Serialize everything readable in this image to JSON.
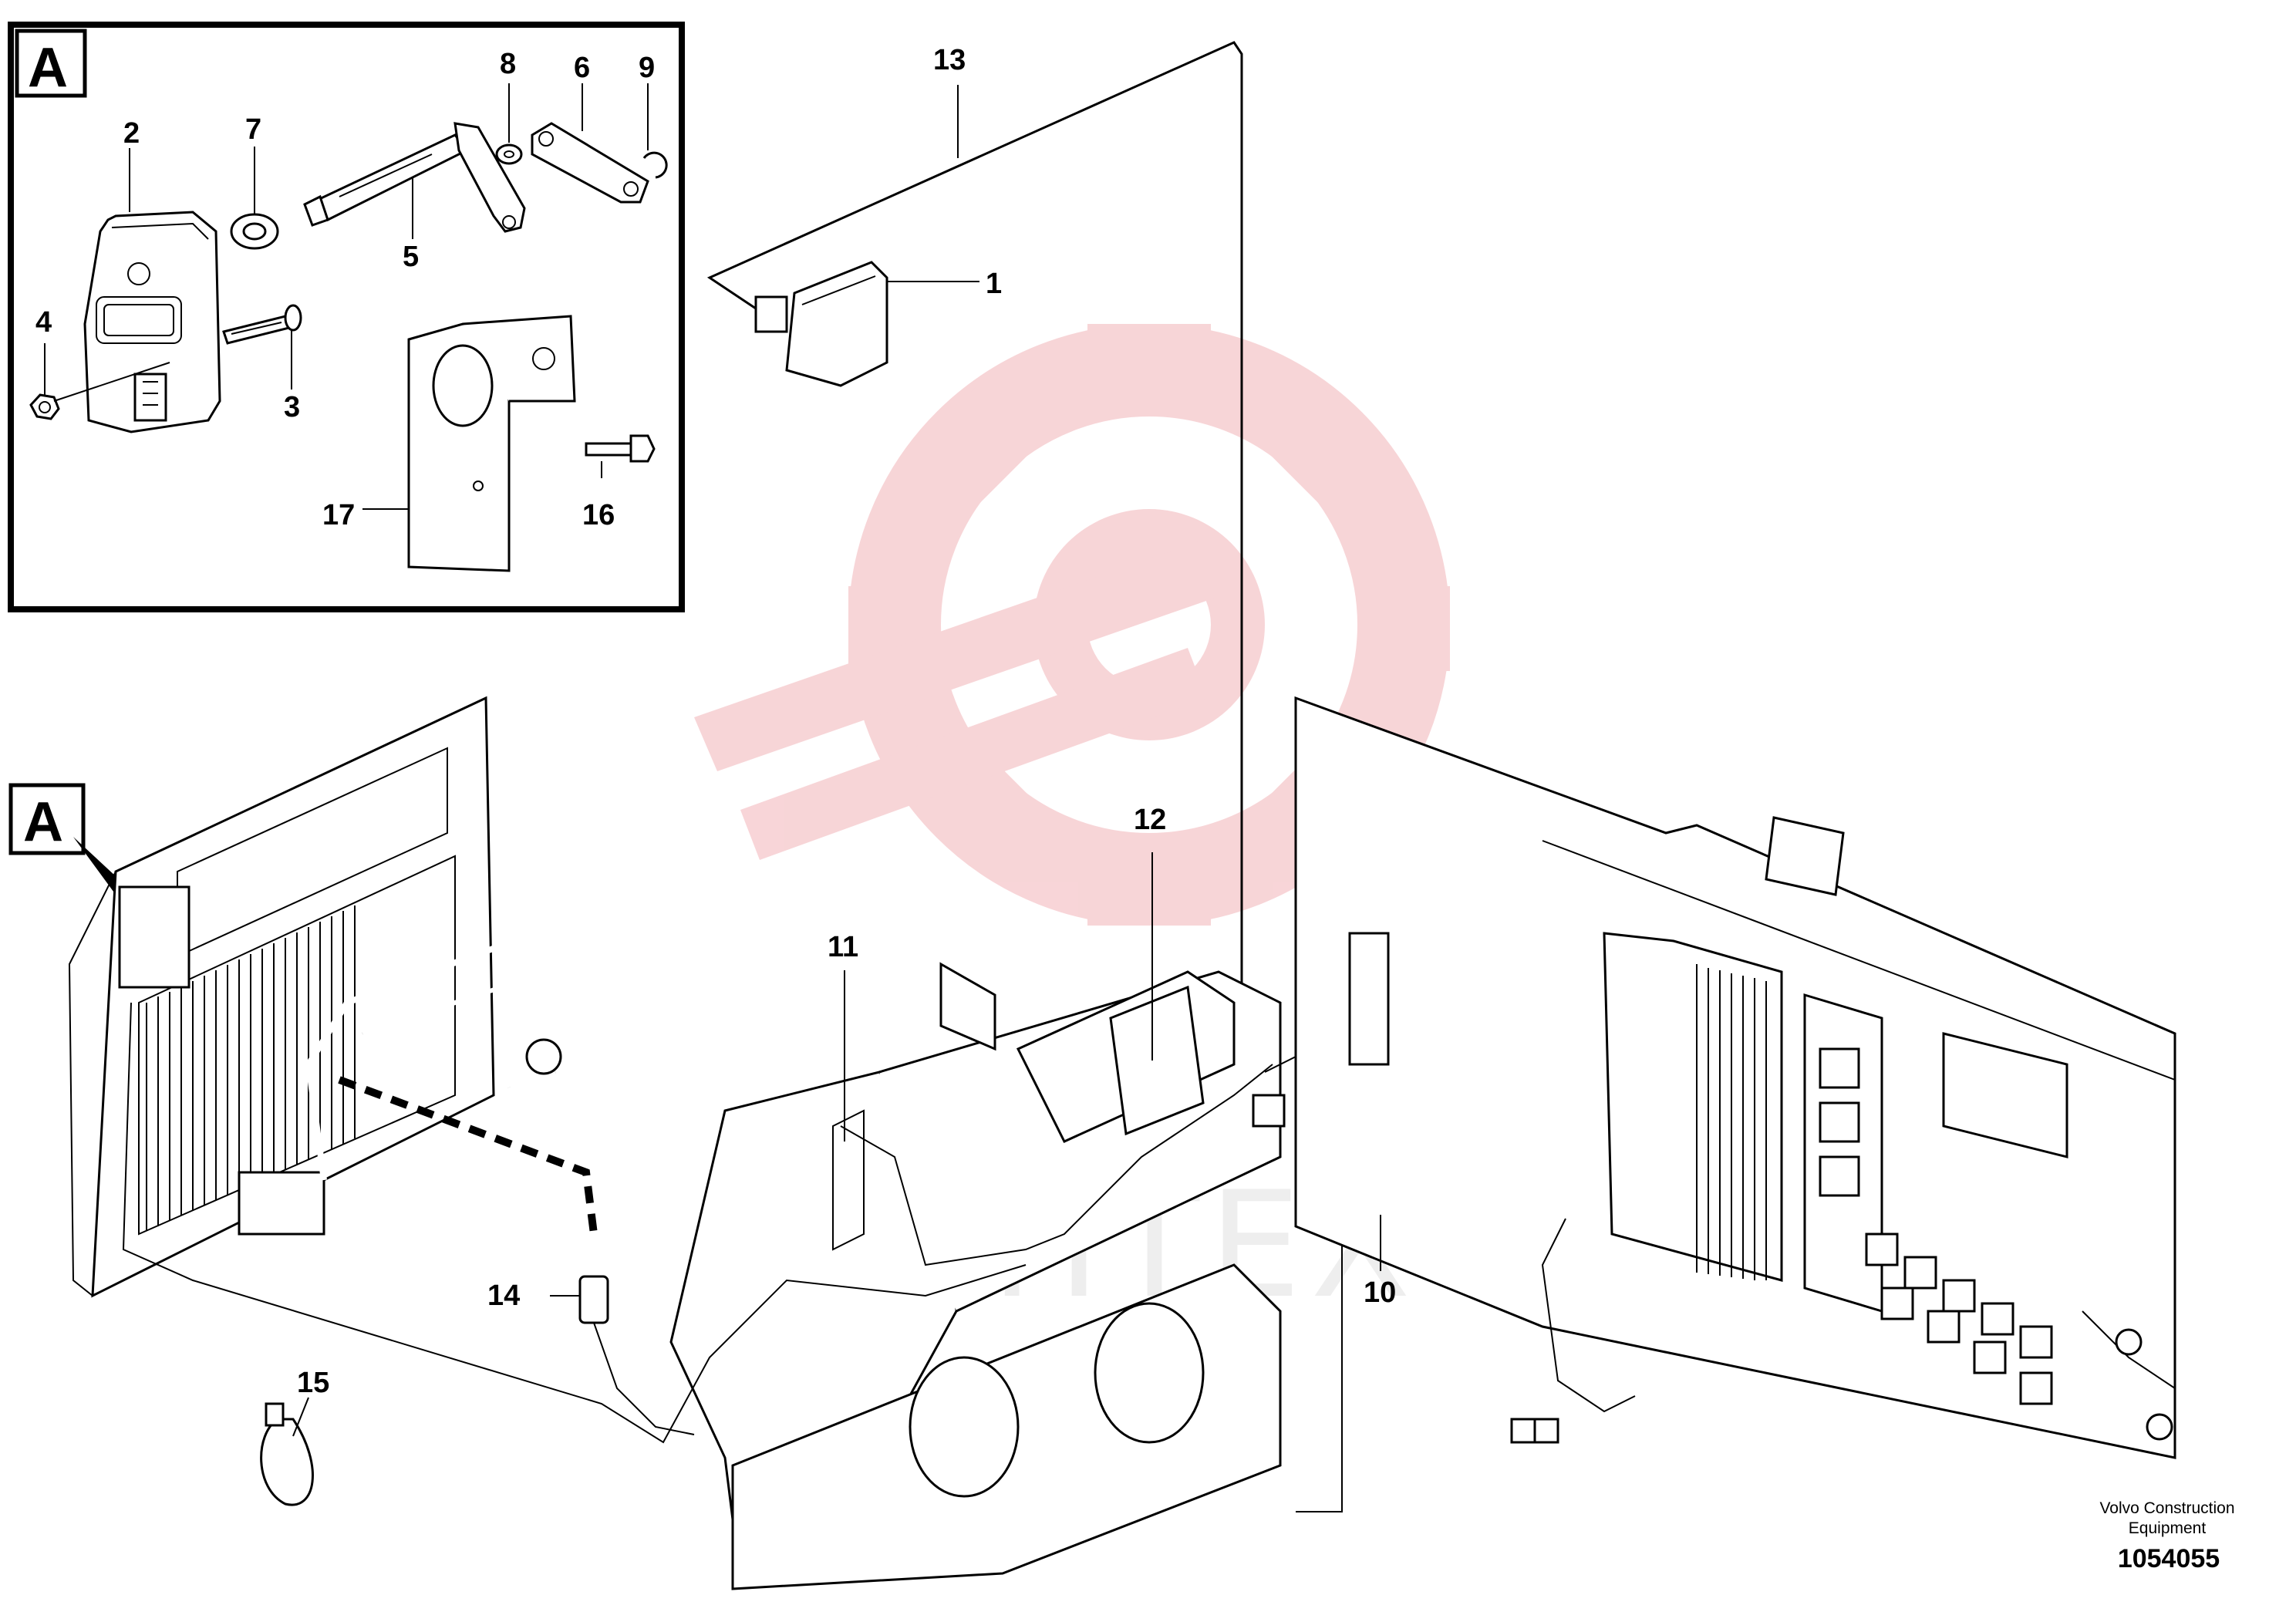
{
  "detail_box": {
    "label": "A"
  },
  "detail_ref": {
    "label": "A"
  },
  "callouts": [
    {
      "id": "1",
      "label": "1"
    },
    {
      "id": "2",
      "label": "2"
    },
    {
      "id": "3",
      "label": "3"
    },
    {
      "id": "4",
      "label": "4"
    },
    {
      "id": "5",
      "label": "5"
    },
    {
      "id": "6",
      "label": "6"
    },
    {
      "id": "7",
      "label": "7"
    },
    {
      "id": "8",
      "label": "8"
    },
    {
      "id": "9",
      "label": "9"
    },
    {
      "id": "10",
      "label": "10"
    },
    {
      "id": "11",
      "label": "11"
    },
    {
      "id": "12",
      "label": "12"
    },
    {
      "id": "13",
      "label": "13"
    },
    {
      "id": "14",
      "label": "14"
    },
    {
      "id": "15",
      "label": "15"
    },
    {
      "id": "16",
      "label": "16"
    },
    {
      "id": "17",
      "label": "17"
    }
  ],
  "credit": {
    "line1": "Volvo Construction",
    "line2": "Equipment"
  },
  "document_number": "1054055",
  "watermark": {
    "text": "ИНТЕХ",
    "color": "#f2b3b8"
  }
}
